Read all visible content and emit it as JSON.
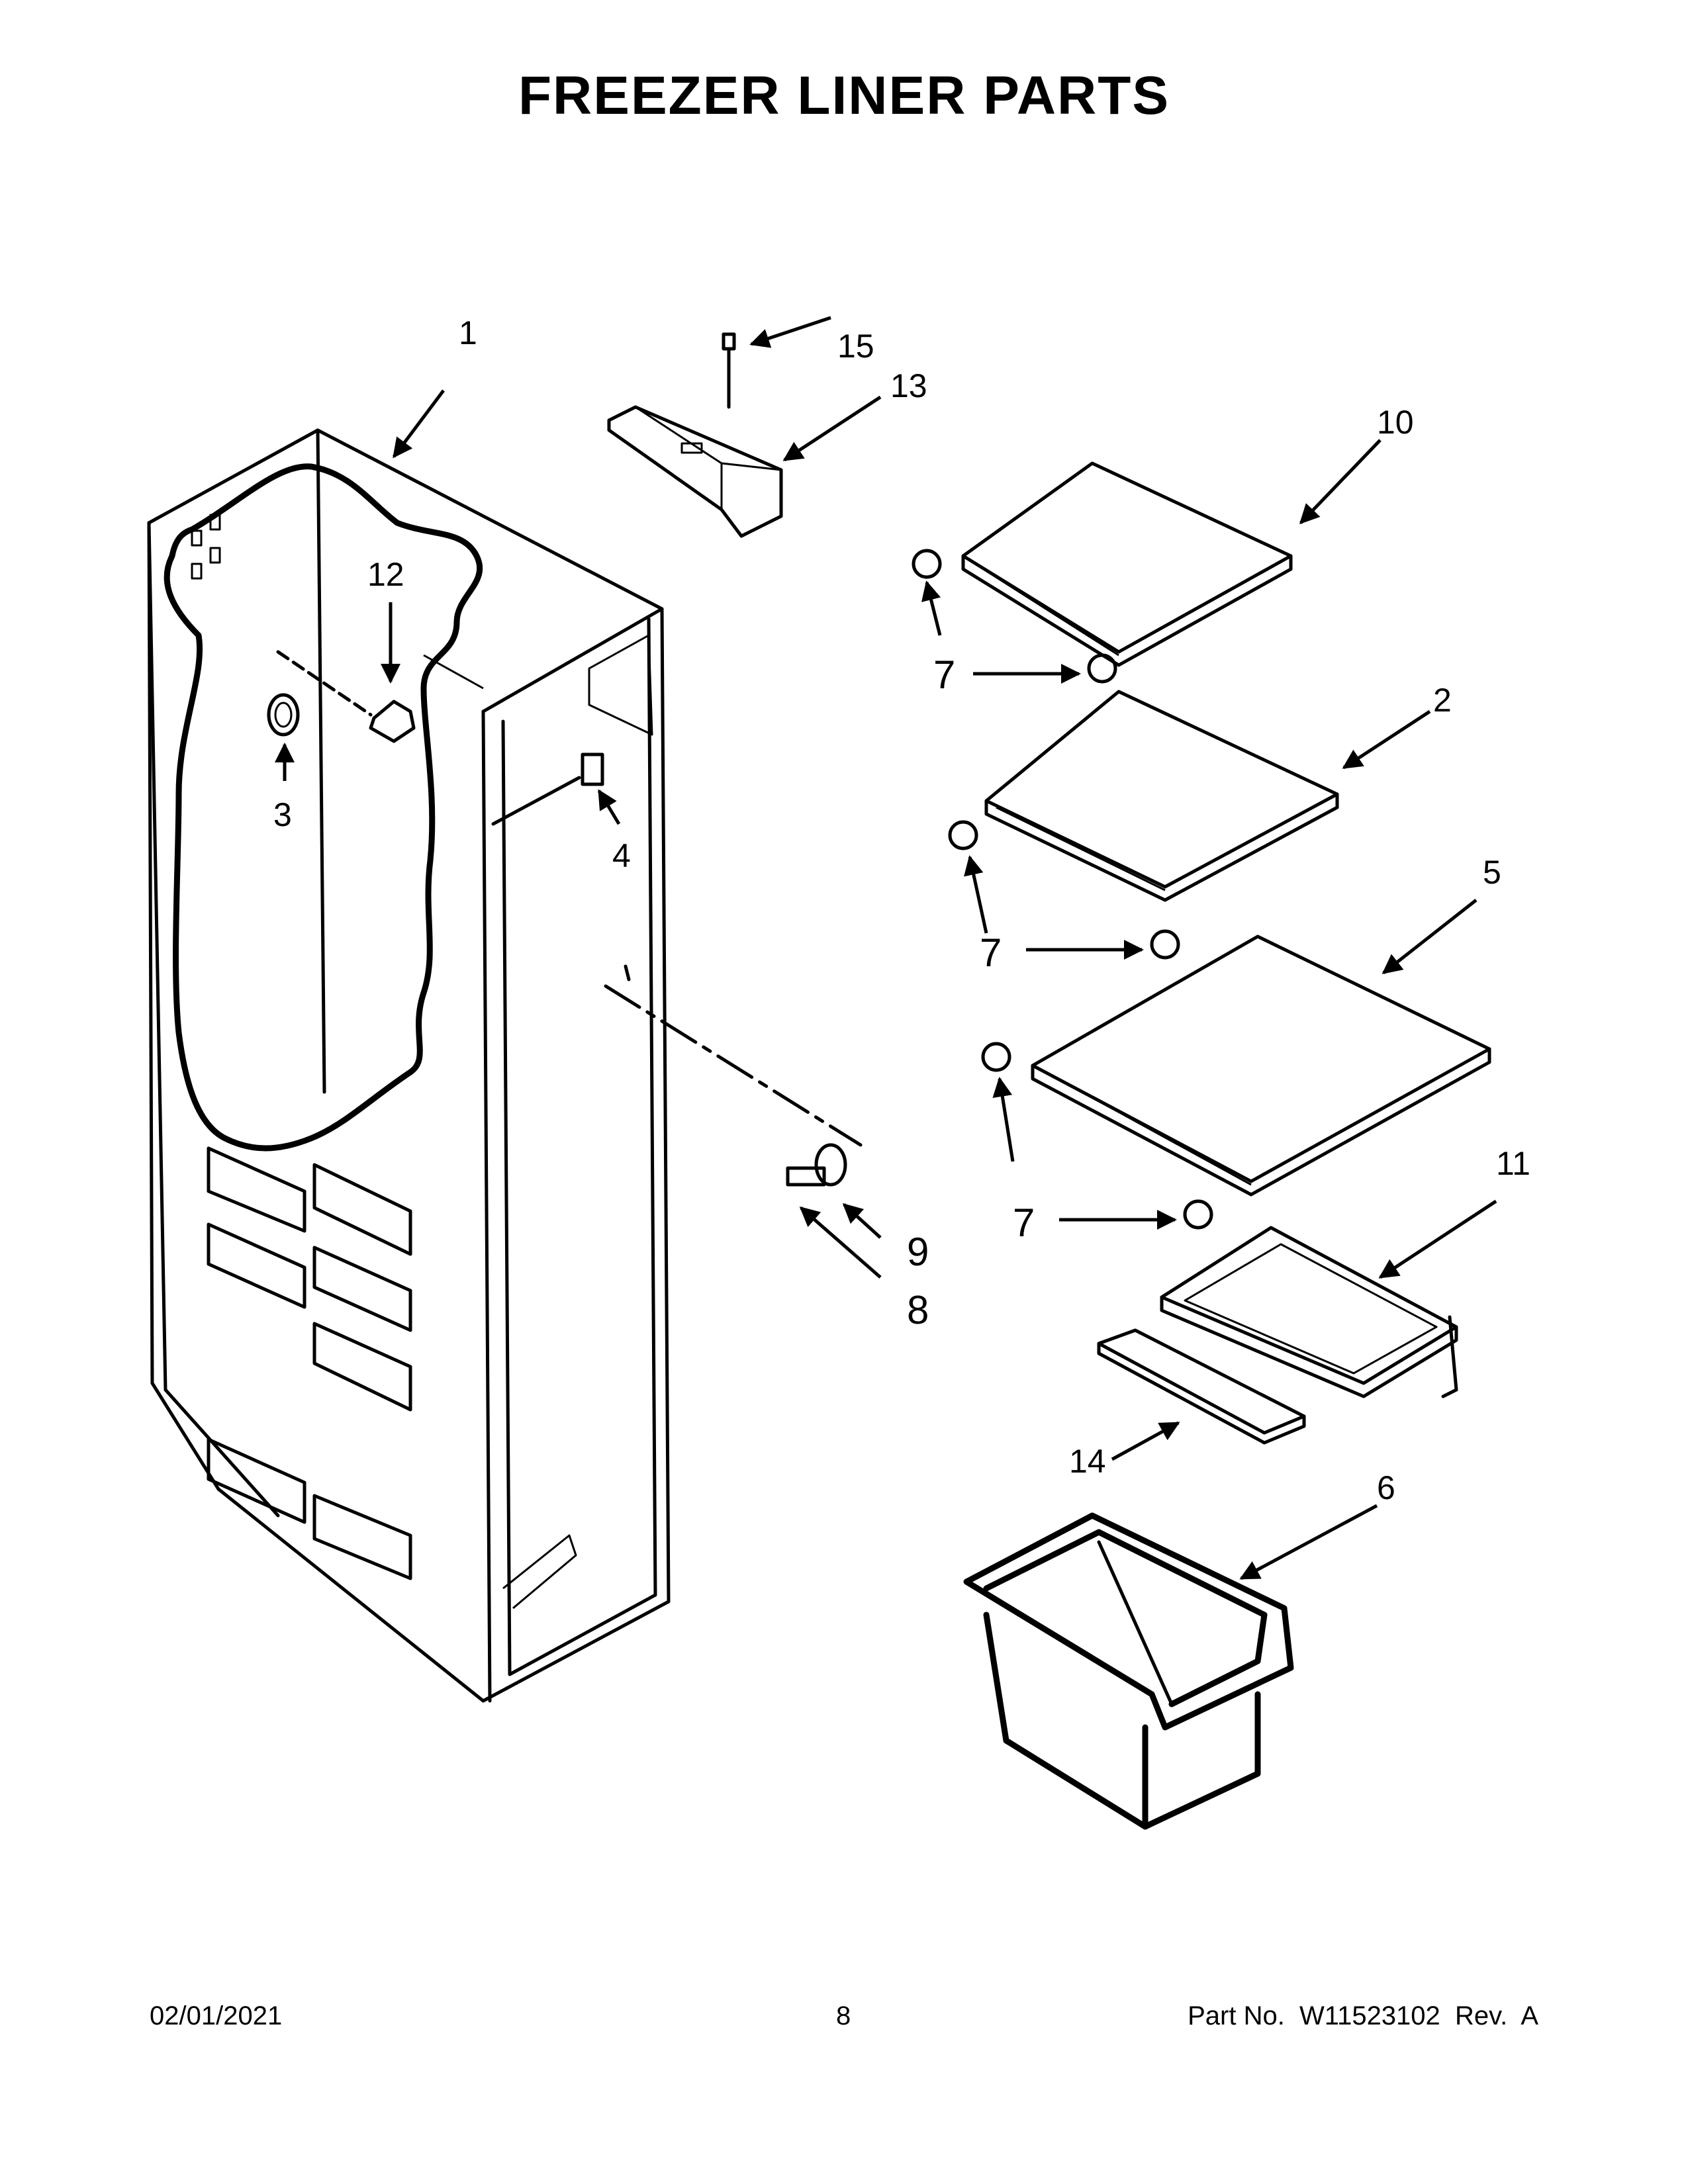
{
  "title": "FREEZER LINER PARTS",
  "footer": {
    "date": "02/01/2021",
    "page": "8",
    "part_number": "Part No.  W11523102  Rev.  A"
  },
  "callouts": [
    "1",
    "2",
    "3",
    "4",
    "5",
    "6",
    "7",
    "7",
    "7",
    "8",
    "9",
    "10",
    "11",
    "12",
    "13",
    "14",
    "15"
  ]
}
